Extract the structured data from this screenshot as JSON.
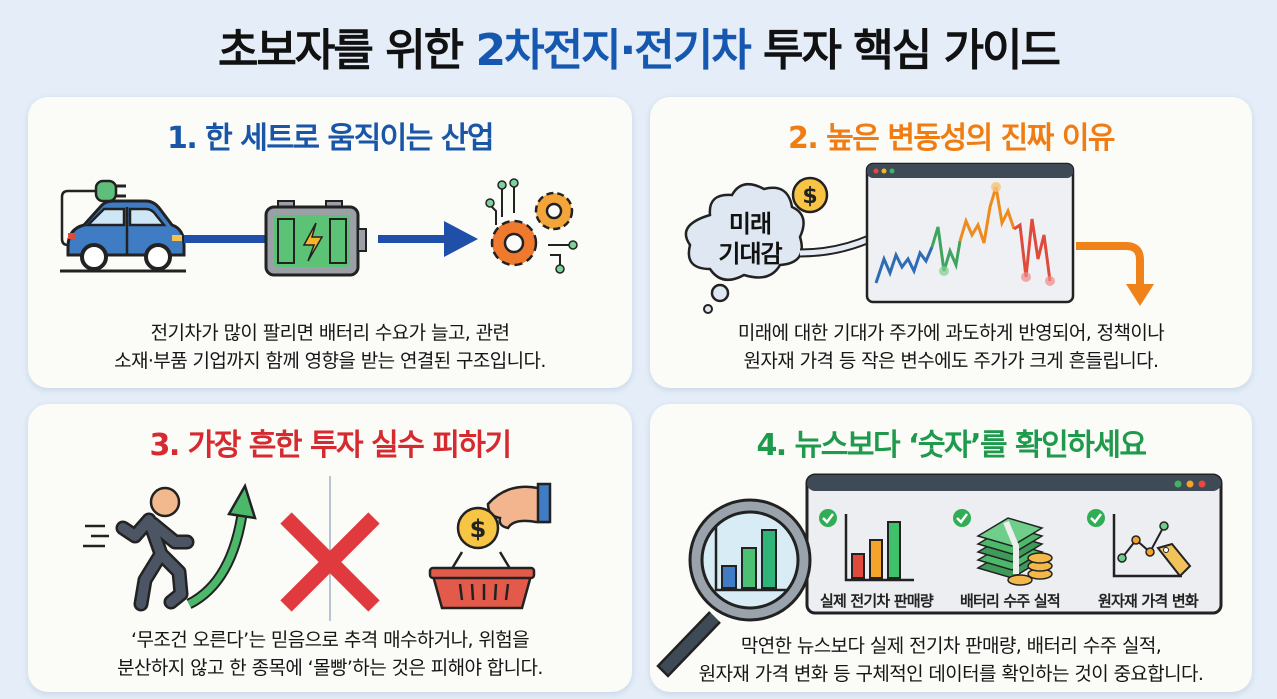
{
  "header": {
    "title_prefix": "초보자를 위한 ",
    "title_highlight": "2차전지·전기차",
    "title_suffix": " 투자 핵심 가이드",
    "highlight_color": "#1658b0"
  },
  "cards": [
    {
      "title": "1. 한 세트로 움직이는 산업",
      "title_color": "#1a56a8",
      "icons": [
        "electric-car-icon",
        "battery-icon",
        "gears-circuit-icon"
      ],
      "desc_line1": "전기차가 많이 팔리면 배터리 수요가 늘고, 관련",
      "desc_line2": "소재·부품 기업까지 함께 영향을 받는 연결된 구조입니다."
    },
    {
      "title": "2. 높은 변동성의 진짜 이유",
      "title_color": "#ef7d14",
      "cloud_line1": "미래",
      "cloud_line2": "기대감",
      "icons": [
        "thought-cloud-icon",
        "dollar-coin-icon",
        "stock-chart-window-icon",
        "down-arrow-icon"
      ],
      "desc_line1": "미래에 대한 기대가 주가에 과도하게 반영되어, 정책이나",
      "desc_line2": "원자재 가격 등 작은 변수에도 주가가 크게 흔들립니다."
    },
    {
      "title": "3. 가장 흔한 투자 실수 피하기",
      "title_color": "#d42a30",
      "icons": [
        "running-man-icon",
        "up-arrow-icon",
        "red-x-icon",
        "coin-basket-icon"
      ],
      "desc_line1": "‘무조건 오른다’는 믿음으로 추격 매수하거나, 위험을",
      "desc_line2": "분산하지 않고 한 종목에 ‘몰빵’하는 것은 피해야 합니다."
    },
    {
      "title": "4. 뉴스보다 ‘숫자’를 확인하세요",
      "title_color": "#1f9a4c",
      "icons": [
        "magnifier-bar-chart-icon",
        "browser-window-icon"
      ],
      "panel_items": [
        {
          "label": "실제 전기차 판매량",
          "icon": "bar-chart-icon"
        },
        {
          "label": "배터리 수주 실적",
          "icon": "money-stack-icon"
        },
        {
          "label": "원자재 가격 변화",
          "icon": "price-tag-line-chart-icon"
        }
      ],
      "desc_line1": "막연한 뉴스보다 실제 전기차 판매량, 배터리 수주 실적,",
      "desc_line2": "원자재 가격 변화 등 구체적인 데이터를 확인하는 것이 중요합니다."
    }
  ]
}
